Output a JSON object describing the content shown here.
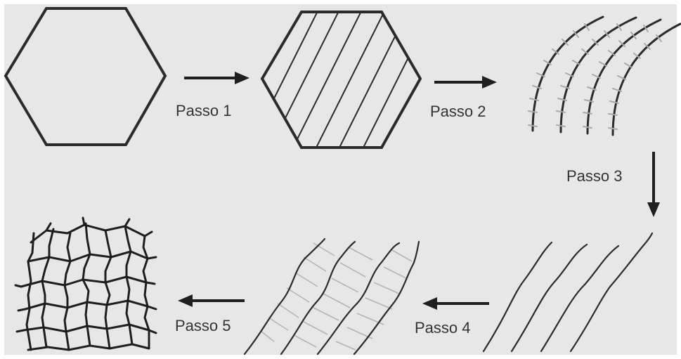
{
  "steps": [
    {
      "label": "Passo 1"
    },
    {
      "label": "Passo 2"
    },
    {
      "label": "Passo 3"
    },
    {
      "label": "Passo 4"
    },
    {
      "label": "Passo 5"
    }
  ],
  "colors": {
    "background": "#e7e7e7",
    "stroke": "#2b2b2b",
    "secondary_stroke": "#a9a9a9"
  }
}
